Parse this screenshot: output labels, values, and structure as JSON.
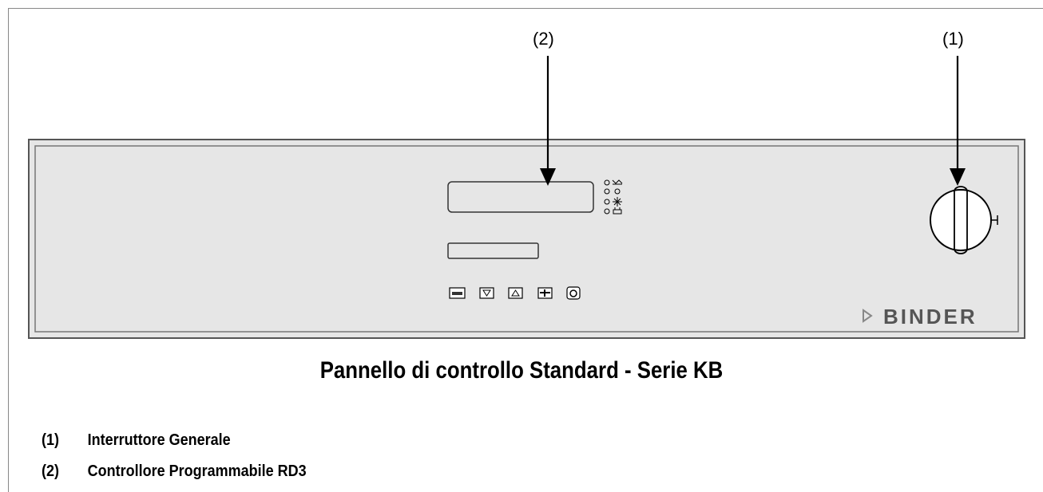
{
  "callouts": [
    {
      "label": "(1)"
    },
    {
      "label": "(2)"
    }
  ],
  "brand": "BINDER",
  "caption": "Pannello di controllo Standard - Serie KB",
  "legend": [
    {
      "num": "(1)",
      "text": "Interruttore Generale"
    },
    {
      "num": "(2)",
      "text": "Controllore Programmabile RD3"
    }
  ],
  "icons": [
    "key-icon",
    "arrow-down-icon",
    "arrow-up-icon",
    "program-icon",
    "power-icon",
    "main-switch-icon"
  ],
  "colors": {
    "panel": "#e6e6e6",
    "frame": "#777777",
    "line": "#000000"
  }
}
